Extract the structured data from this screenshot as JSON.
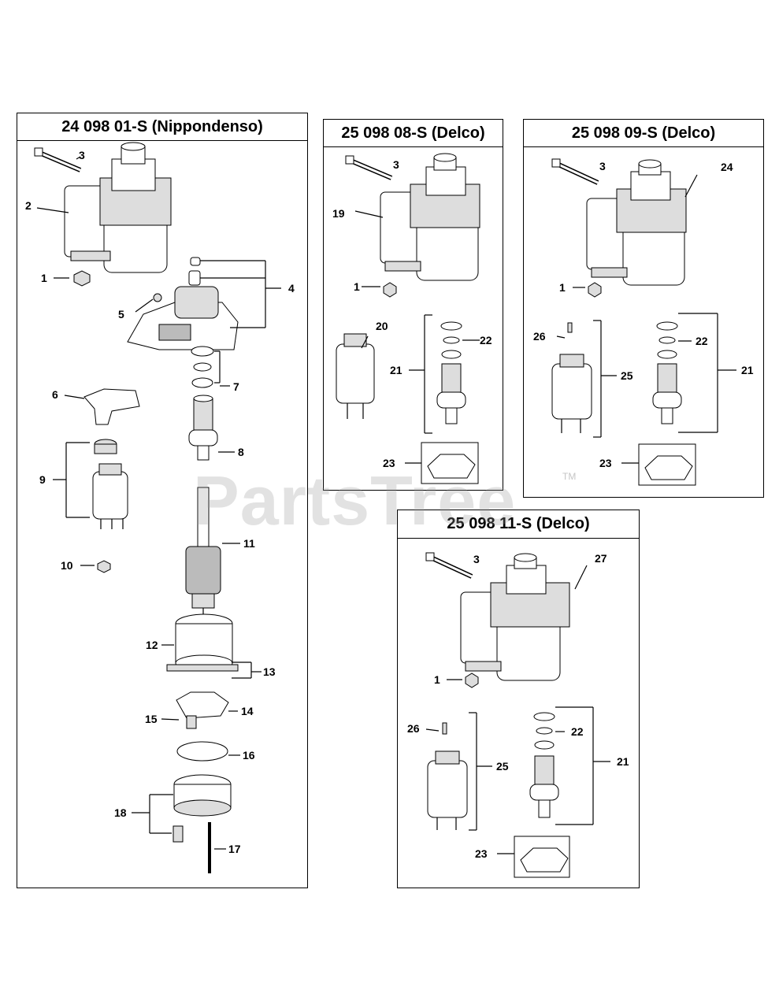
{
  "panels": {
    "p1": {
      "title": "24 098 01-S (Nippondenso)"
    },
    "p2": {
      "title": "25 098 08-S (Delco)"
    },
    "p3": {
      "title": "25 098 09-S (Delco)"
    },
    "p4": {
      "title": "25 098 11-S (Delco)"
    }
  },
  "callouts": {
    "p1": [
      "3",
      "2",
      "1",
      "4",
      "5",
      "6",
      "7",
      "8",
      "9",
      "11",
      "10",
      "12",
      "13",
      "14",
      "15",
      "16",
      "18",
      "17"
    ],
    "p2": [
      "3",
      "19",
      "1",
      "20",
      "22",
      "21",
      "23"
    ],
    "p3": [
      "3",
      "24",
      "1",
      "26",
      "22",
      "25",
      "21",
      "23"
    ],
    "p4": [
      "3",
      "27",
      "1",
      "26",
      "22",
      "25",
      "21",
      "23"
    ]
  },
  "watermark": {
    "text": "PartsTree",
    "tm": "TM"
  }
}
